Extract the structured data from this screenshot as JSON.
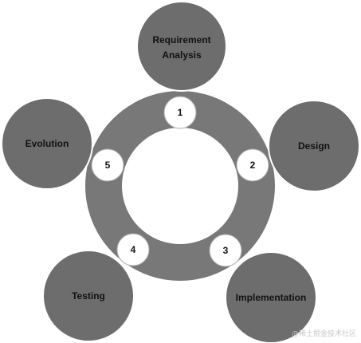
{
  "colors": {
    "ring": "#787878",
    "stage_fill": "#6d6d6d",
    "stage_stroke": "#ffffff",
    "badge_fill": "#ffffff",
    "badge_stroke": "#b0b0b0",
    "background": "#ffffff"
  },
  "stages": [
    {
      "number": "1",
      "label_lines": [
        "Requirement",
        "Analysis"
      ]
    },
    {
      "number": "2",
      "label_lines": [
        "Design"
      ]
    },
    {
      "number": "3",
      "label_lines": [
        "Implementation"
      ]
    },
    {
      "number": "4",
      "label_lines": [
        "Testing"
      ]
    },
    {
      "number": "5",
      "label_lines": [
        "Evolution"
      ]
    }
  ],
  "watermark": "@稀土掘金技术社区"
}
